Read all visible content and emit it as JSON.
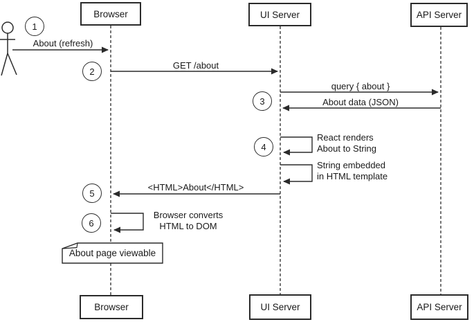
{
  "participants": {
    "browser": "Browser",
    "ui_server": "UI Server",
    "api_server": "API Server"
  },
  "steps": [
    "1",
    "2",
    "3",
    "4",
    "5",
    "6"
  ],
  "messages": {
    "about_refresh": "About (refresh)",
    "get_about": "GET /about",
    "query_about": "query { about }",
    "about_data_json": "About data (JSON)",
    "react_renders": [
      "React renders",
      "About to String"
    ],
    "string_embedded": [
      "String embedded",
      "in HTML template"
    ],
    "html_about": "<HTML>About</HTML>",
    "browser_converts": [
      "Browser converts",
      "HTML to DOM"
    ]
  },
  "note": {
    "label": "About page viewable"
  },
  "colors": {
    "line": "#2b2b2b",
    "background": "#ffffff",
    "text": "#1a1a1a"
  }
}
